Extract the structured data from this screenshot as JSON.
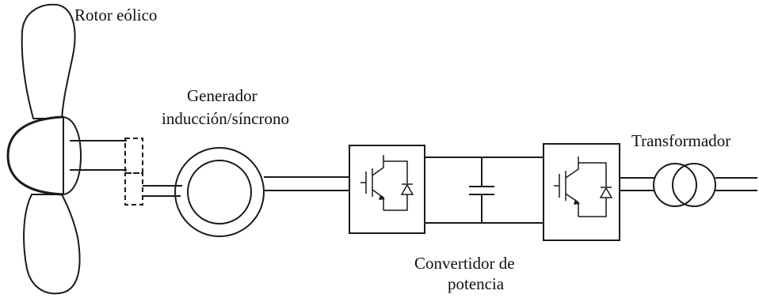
{
  "labels": {
    "rotor": "Rotor eólico",
    "generator_line1": "Generador",
    "generator_line2": "inducción/síncrono",
    "converter_line1": "Convertidor de",
    "converter_line2": "potencia",
    "transformer": "Transformador"
  },
  "icons": {
    "rotor": "wind-turbine-rotor",
    "coupling": "shaft-coupling",
    "generator": "electric-generator",
    "rectifier": "igbt-diode-switch",
    "dc_link": "capacitor",
    "inverter": "igbt-diode-switch",
    "transformer": "two-winding-transformer"
  },
  "colors": {
    "ink": "#1a1a1a",
    "blade_fill": "#ffffff"
  }
}
